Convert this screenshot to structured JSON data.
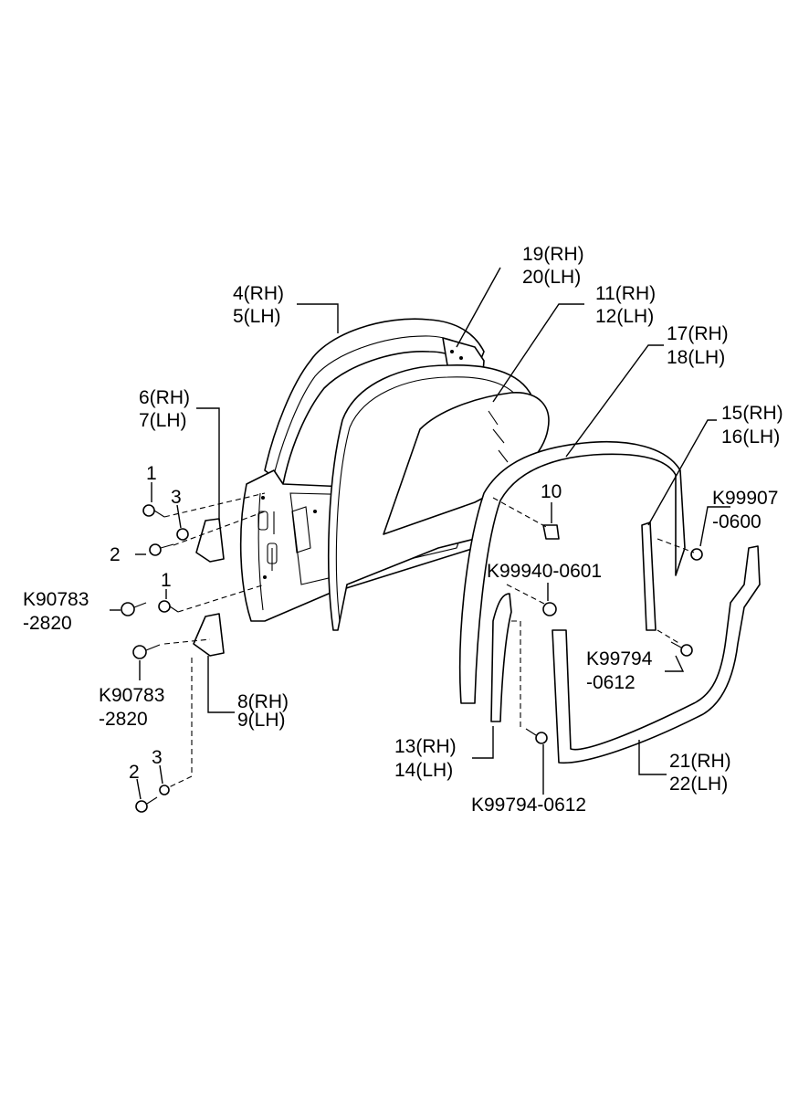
{
  "labels": {
    "l_19_20": [
      "19(RH)",
      "20(LH)"
    ],
    "l_4_5": [
      "4(RH)",
      "5(LH)"
    ],
    "l_11_12": [
      "11(RH)",
      "12(LH)"
    ],
    "l_17_18": [
      "17(RH)",
      "18(LH)"
    ],
    "l_6_7": [
      "6(RH)",
      "7(LH)"
    ],
    "l_15_16": [
      "15(RH)",
      "16(LH)"
    ],
    "l_1a": "1",
    "l_3a": "3",
    "l_10": "10",
    "l_k99907": [
      "K99907",
      "-0600"
    ],
    "l_2a": "2",
    "l_k99940": "K99940-0601",
    "l_1b": "1",
    "l_k90783a": [
      "K90783",
      "-2820"
    ],
    "l_k99794a": [
      "K99794",
      "-0612"
    ],
    "l_k90783b": [
      "K90783",
      "-2820"
    ],
    "l_8_9": [
      "8(RH)",
      "9(LH)"
    ],
    "l_13_14": [
      "13(RH)",
      "14(LH)"
    ],
    "l_21_22": [
      "21(RH)",
      "22(LH)"
    ],
    "l_3b": "3",
    "l_2b": "2",
    "l_k99794b": "K99794-0612"
  }
}
